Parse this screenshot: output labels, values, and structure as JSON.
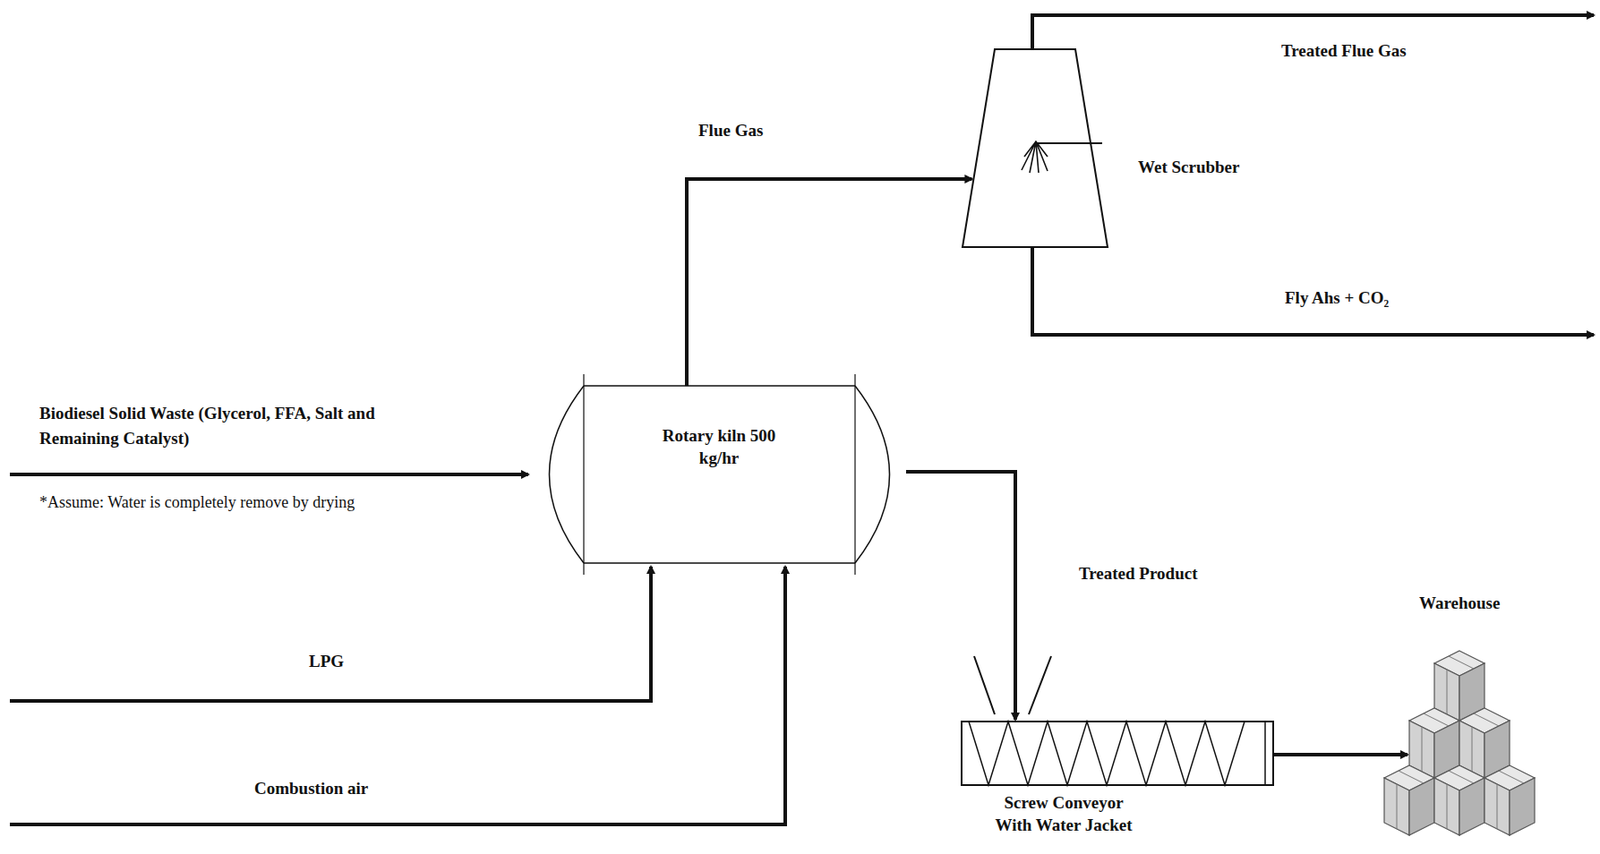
{
  "diagram": {
    "nodes": [
      {
        "text": [
          "Wet Scrubber"
        ]
      },
      {
        "text": [
          "Rotary kiln 500 kg/hr"
        ]
      },
      {
        "text": [
          "Screw Conveyor With Water Jacket"
        ]
      },
      {
        "text": [
          "Warehouse"
        ]
      }
    ],
    "edges": [
      {
        "from": 1,
        "to": 0,
        "arrow": "to",
        "label": "Flue Gas"
      },
      {
        "from": 1,
        "to": 2,
        "arrow": "to",
        "label": "Treated Product"
      },
      {
        "from": 2,
        "to": 3,
        "arrow": "to"
      }
    ],
    "labels": [
      "Biodiesel Solid Waste (Glycerol, FFA, Salt and Remaining Catalyst)",
      "*Assume: Water is completely remove by drying",
      "LPG",
      "Combustion air",
      "Treated Flue Gas",
      "Fly Ahs + CO₂"
    ]
  }
}
